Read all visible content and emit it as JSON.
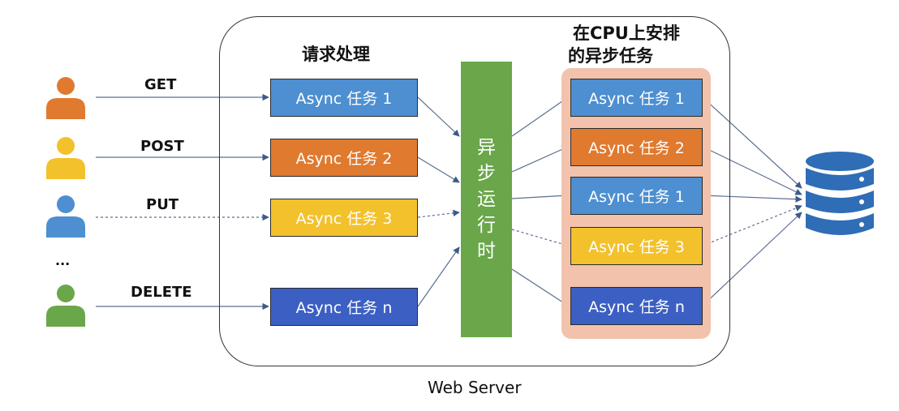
{
  "colors": {
    "blue": "#4d8fd1",
    "orange": "#e07a2f",
    "yellow": "#f2c12c",
    "navy": "#3b5fc3",
    "green": "#6aa64a",
    "cpu_panel": "#f2c2ad",
    "database": "#2f6db6"
  },
  "users": [
    {
      "method": "GET",
      "icon": "user-icon",
      "color": "#e07a2f"
    },
    {
      "method": "POST",
      "icon": "user-icon",
      "color": "#f2c12c"
    },
    {
      "method": "PUT",
      "icon": "user-icon",
      "color": "#4d8fd1"
    },
    {
      "method": "DELETE",
      "icon": "user-icon",
      "color": "#6aa64a"
    }
  ],
  "ellipsis": "...",
  "request_title": "请求处理",
  "cpu_title_line1": "在CPU上安排",
  "cpu_title_line2": "的异步任务",
  "request_tasks": [
    "Async 任务 1",
    "Async 任务 2",
    "Async 任务 3",
    "Async 任务 n"
  ],
  "runtime_label": "异步运行时",
  "cpu_tasks": [
    "Async 任务 1",
    "Async 任务 2",
    "Async 任务 1",
    "Async 任务 3",
    "Async 任务 n"
  ],
  "database_icon": "database-icon",
  "footer": "Web Server"
}
